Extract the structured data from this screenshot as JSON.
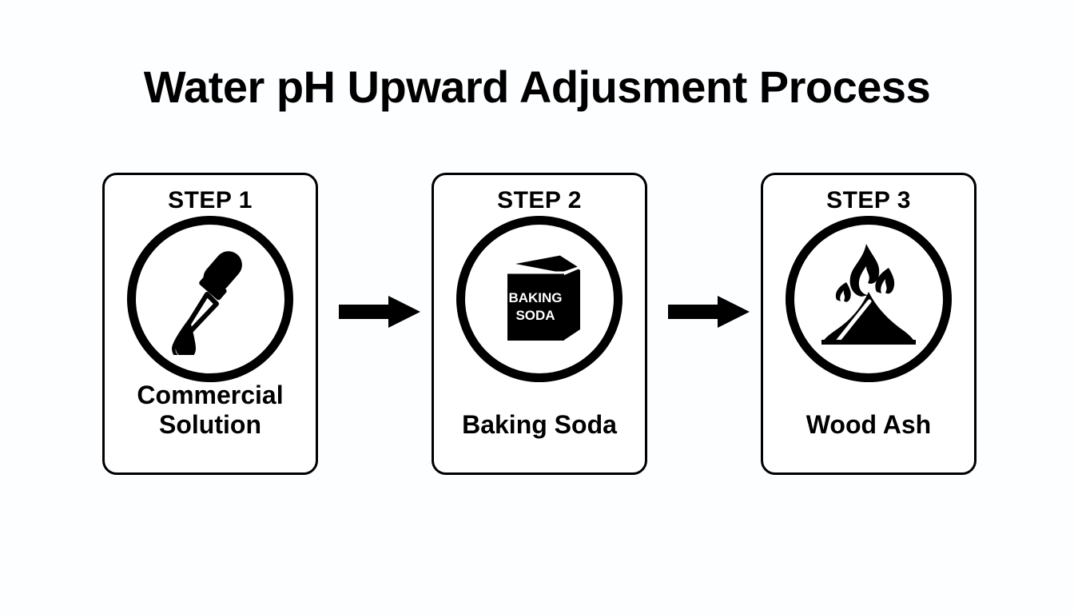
{
  "header": {
    "title": "Water pH Upward Adjusment Process"
  },
  "colors": {
    "background": "#fdfeff",
    "foreground": "#000000",
    "card_fill": "#ffffff"
  },
  "flow": {
    "arrows": [
      {
        "name": "arrow-step1-to-step2",
        "direction": "right"
      },
      {
        "name": "arrow-step2-to-step3",
        "direction": "right"
      }
    ],
    "steps": [
      {
        "step_label": "STEP 1",
        "label": "Commercial\nSolution",
        "icon": "dropper-icon"
      },
      {
        "step_label": "STEP 2",
        "label": "Baking Soda",
        "icon": "baking-soda-box-icon",
        "icon_text_line1": "BAKING",
        "icon_text_line2": "SODA"
      },
      {
        "step_label": "STEP 3",
        "label": "Wood Ash",
        "icon": "ash-pile-flame-icon"
      }
    ]
  }
}
